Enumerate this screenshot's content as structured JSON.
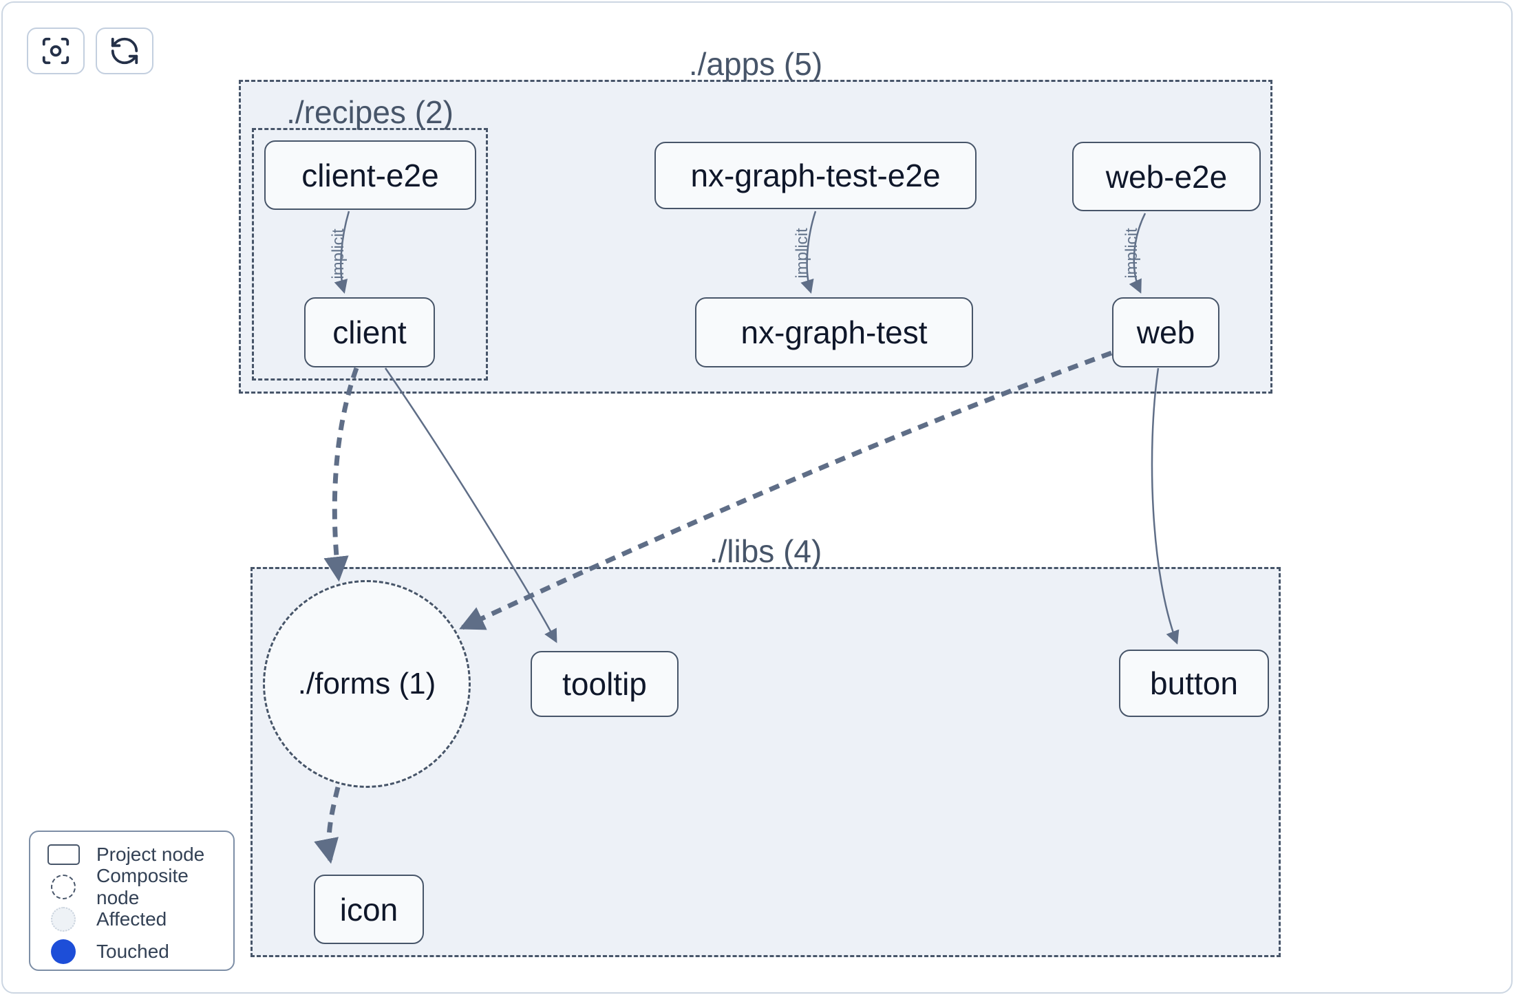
{
  "theme": {
    "colors": {
      "card_border": "#ccd6e2",
      "group_fill": "#edf1f7",
      "group_border": "#475569",
      "node_fill": "#f8fafc",
      "node_border": "#475569",
      "node_text": "#0f172a",
      "group_label": "#475569",
      "edge": "#5f6e87",
      "edge_label": "#64748b",
      "legend_text": "#334155",
      "legend_border": "#7d8ea6",
      "affected_fill": "#eef2f6",
      "affected_border": "#c9d2dd",
      "touched_blue": "#1d4ed8",
      "button_border": "#c3cfdf",
      "icon_color": "#243048"
    }
  },
  "toolbar": {
    "buttons": [
      {
        "name": "zoom-to-fit",
        "icon": "focus-icon"
      },
      {
        "name": "refresh",
        "icon": "refresh-icon"
      }
    ]
  },
  "graph": {
    "groups": [
      {
        "id": "apps",
        "label": "./apps (5)"
      },
      {
        "id": "recipes",
        "label": "./recipes (2)"
      },
      {
        "id": "libs",
        "label": "./libs (4)"
      }
    ],
    "composite_nodes": [
      {
        "id": "forms",
        "label": "./forms (1)"
      }
    ],
    "nodes": [
      {
        "id": "client-e2e",
        "label": "client-e2e"
      },
      {
        "id": "client",
        "label": "client"
      },
      {
        "id": "nx-graph-test-e2e",
        "label": "nx-graph-test-e2e"
      },
      {
        "id": "nx-graph-test",
        "label": "nx-graph-test"
      },
      {
        "id": "web-e2e",
        "label": "web-e2e"
      },
      {
        "id": "web",
        "label": "web"
      },
      {
        "id": "tooltip",
        "label": "tooltip"
      },
      {
        "id": "button",
        "label": "button"
      },
      {
        "id": "icon",
        "label": "icon"
      }
    ],
    "edges": [
      {
        "from": "client-e2e",
        "to": "client",
        "style": "solid",
        "label": "implicit"
      },
      {
        "from": "nx-graph-test-e2e",
        "to": "nx-graph-test",
        "style": "solid",
        "label": "implicit"
      },
      {
        "from": "web-e2e",
        "to": "web",
        "style": "solid",
        "label": "implicit"
      },
      {
        "from": "client",
        "to": "forms",
        "style": "dashed",
        "label": ""
      },
      {
        "from": "client",
        "to": "tooltip",
        "style": "solid",
        "label": ""
      },
      {
        "from": "web",
        "to": "forms",
        "style": "dashed",
        "label": ""
      },
      {
        "from": "web",
        "to": "button",
        "style": "solid",
        "label": ""
      },
      {
        "from": "forms",
        "to": "icon",
        "style": "dashed",
        "label": ""
      }
    ]
  },
  "legend": {
    "items": [
      {
        "swatch": "project",
        "label": "Project node"
      },
      {
        "swatch": "composite",
        "label": "Composite node"
      },
      {
        "swatch": "affected",
        "label": "Affected"
      },
      {
        "swatch": "touched",
        "label": "Touched"
      }
    ]
  }
}
